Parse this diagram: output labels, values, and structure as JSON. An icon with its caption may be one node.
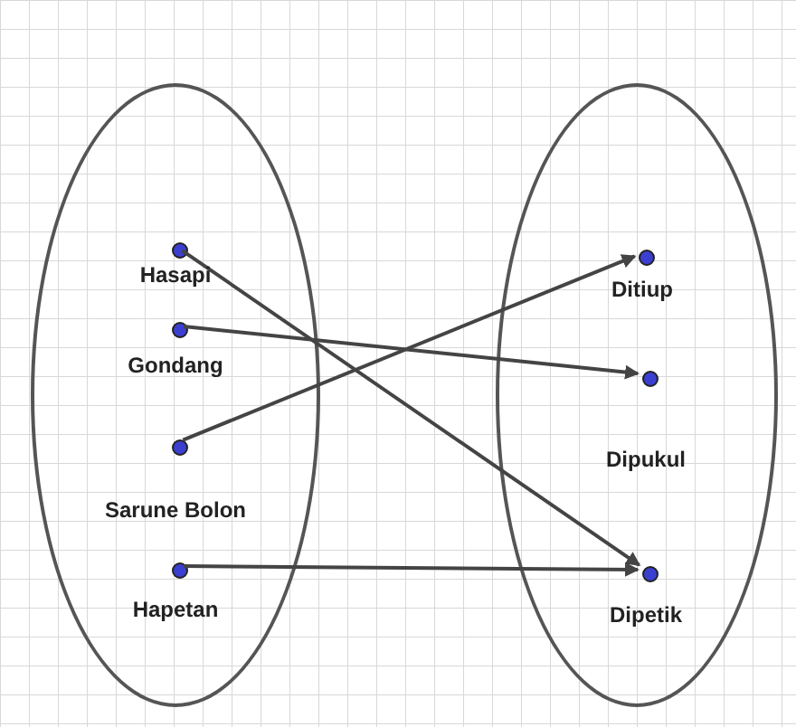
{
  "diagram": {
    "nodes": [
      {
        "text": [],
        "shape": "ellipse"
      },
      {
        "text": [],
        "shape": "circle",
        "in": 0,
        "beside": [
          "Hasapi"
        ]
      },
      {
        "text": [],
        "shape": "circle",
        "in": 0,
        "beside": [
          "Gondang"
        ]
      },
      {
        "text": [],
        "shape": "circle",
        "in": 0,
        "beside": [
          "Sarune Bolon"
        ]
      },
      {
        "text": [],
        "shape": "circle",
        "in": 0,
        "beside": [
          "Hapetan"
        ]
      },
      {
        "text": [],
        "shape": "ellipse"
      },
      {
        "text": [],
        "shape": "circle",
        "in": 5,
        "beside": [
          "Ditiup"
        ]
      },
      {
        "text": [],
        "shape": "circle",
        "in": 5,
        "beside": [
          "Dipukul"
        ]
      },
      {
        "text": [],
        "shape": "circle",
        "in": 5,
        "beside": [
          "Dipetik"
        ]
      }
    ],
    "edges": [
      {
        "from": 1,
        "to": 8,
        "arrow": "to"
      },
      {
        "from": 2,
        "to": 7,
        "arrow": "to"
      },
      {
        "from": 3,
        "to": 6,
        "arrow": "to"
      },
      {
        "from": 4,
        "to": 8,
        "arrow": "to"
      }
    ]
  }
}
